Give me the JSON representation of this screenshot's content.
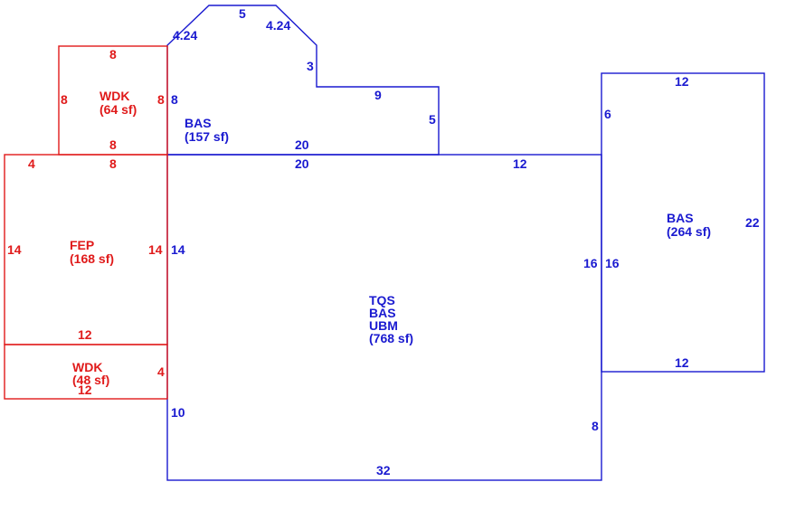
{
  "colors": {
    "blue": "#1a1ad0",
    "red": "#e01a1a",
    "background": "#ffffff"
  },
  "areas": {
    "bas_upper": {
      "name": "BAS",
      "area": "(157 sf)"
    },
    "bas_right": {
      "name": "BAS",
      "area": "(264 sf)"
    },
    "main": {
      "line1": "TQS",
      "line2": "BAS",
      "line3": "UBM",
      "area": "(768 sf)"
    },
    "wdk_top": {
      "name": "WDK",
      "area": "(64 sf)"
    },
    "fep": {
      "name": "FEP",
      "area": "(168 sf)"
    },
    "wdk_bottom": {
      "name": "WDK",
      "area": "(48 sf)"
    }
  },
  "dimensions": {
    "bas_upper": {
      "diag_left": "4.24",
      "top": "5",
      "diag_right": "4.24",
      "step_down": "3",
      "ledge": "9",
      "right": "5",
      "bottom": "20",
      "left": "8"
    },
    "main": {
      "top": "20",
      "top_right": "12",
      "left_upper": "14",
      "left_lower": "10",
      "right_upper": "16",
      "right_lower": "8",
      "bottom": "32"
    },
    "bas_right": {
      "top": "12",
      "left_top": "6",
      "left": "16",
      "right": "22",
      "bottom": "12"
    },
    "wdk_top": {
      "top": "8",
      "left": "8",
      "right": "8",
      "bottom": "8"
    },
    "fep": {
      "top_left": "4",
      "top": "8",
      "left": "14",
      "right": "14",
      "bottom": "12"
    },
    "wdk_bottom": {
      "right": "4",
      "bottom": "12"
    }
  }
}
